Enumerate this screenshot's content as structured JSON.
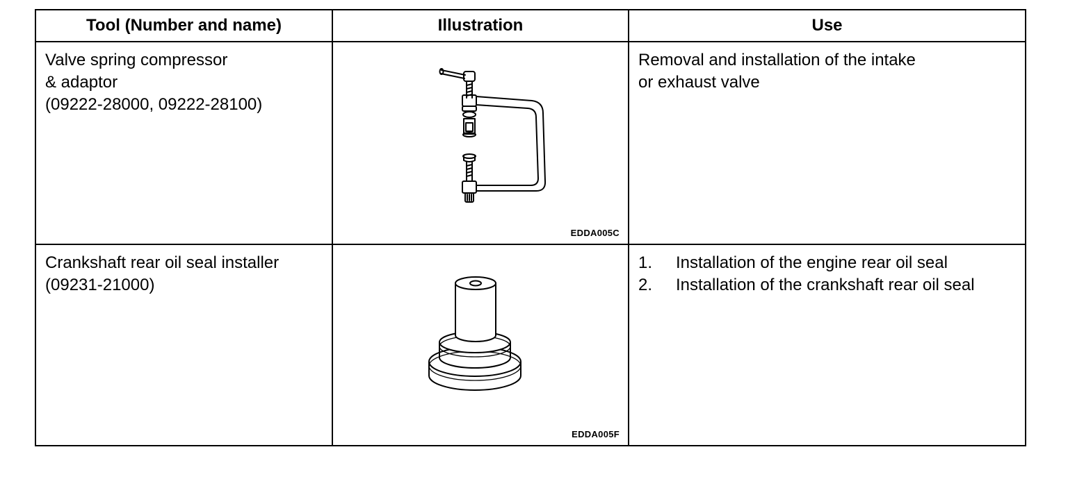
{
  "table": {
    "headers": {
      "tool": "Tool (Number and name)",
      "illustration": "Illustration",
      "use": "Use"
    },
    "rows": [
      {
        "tool_lines": [
          "Valve spring compressor",
          "& adaptor",
          "(09222-28000, 09222-28100)"
        ],
        "illustration_icon": "valve-spring-compressor-icon",
        "figure_code": "EDDA005C",
        "use_lines": [
          "Removal and installation of the intake",
          "or exhaust valve"
        ]
      },
      {
        "tool_lines": [
          "Crankshaft rear oil seal installer",
          "(09231-21000)"
        ],
        "illustration_icon": "oil-seal-installer-icon",
        "figure_code": "EDDA005F",
        "use_items": [
          {
            "number": "1.",
            "text": "Installation of the engine rear oil seal"
          },
          {
            "number": "2.",
            "text": "Installation of the crankshaft rear oil seal"
          }
        ]
      }
    ]
  }
}
